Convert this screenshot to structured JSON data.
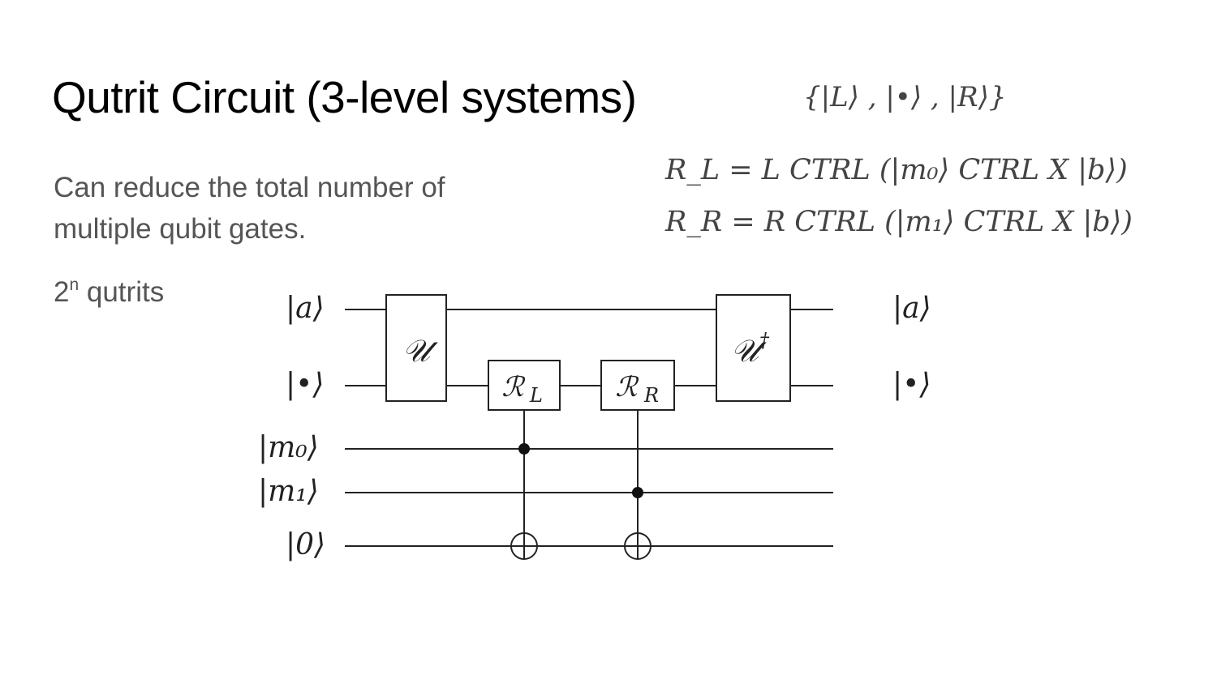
{
  "slide": {
    "title": "Qutrit Circuit (3-level systems)",
    "body_line1": "Can reduce the total number of",
    "body_line2": "multiple qubit gates.",
    "qutrits_base": "2",
    "qutrits_exp": "n",
    "qutrits_suffix": " qutrits"
  },
  "math": {
    "basis": "{|L⟩ , |•⟩ , |R⟩}",
    "eq_left": "R_L = L CTRL (|m₀⟩ CTRL X |b⟩)",
    "eq_right": "R_R = R CTRL (|m₁⟩ CTRL X |b⟩)"
  },
  "circuit": {
    "inputs": [
      "|a⟩",
      "|•⟩",
      "|m₀⟩",
      "|m₁⟩",
      "|0⟩"
    ],
    "outputs": [
      "|a⟩",
      "|•⟩"
    ],
    "gates": {
      "u": "𝒰",
      "rl": "ℛ",
      "rl_sub": "L",
      "rr": "ℛ",
      "rr_sub": "R",
      "udag": "𝒰",
      "udag_sup": "†"
    }
  }
}
